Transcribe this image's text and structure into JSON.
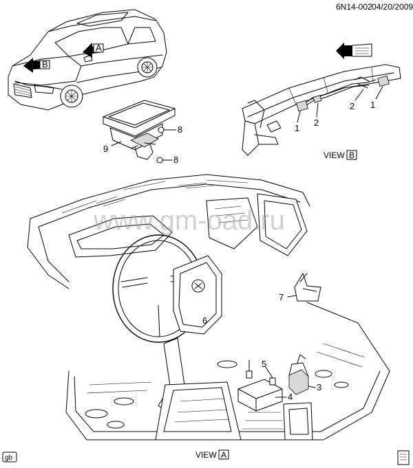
{
  "header": {
    "code": "6N14-002",
    "date": "04/20/2009"
  },
  "watermark": "www.gm-oad.ru",
  "view_b": {
    "prefix": "VIEW",
    "letter": "B"
  },
  "view_a": {
    "prefix": "VIEW",
    "letter": "A"
  },
  "car_arrows": {
    "a": "A",
    "b": "B"
  },
  "callouts": {
    "c1a": "1",
    "c1b": "1",
    "c2a": "2",
    "c2b": "2",
    "c3": "3",
    "c4": "4",
    "c5": "5",
    "c6": "6",
    "c7": "7",
    "c8a": "8",
    "c8b": "8",
    "c9": "9"
  },
  "corner_tag": "gb"
}
